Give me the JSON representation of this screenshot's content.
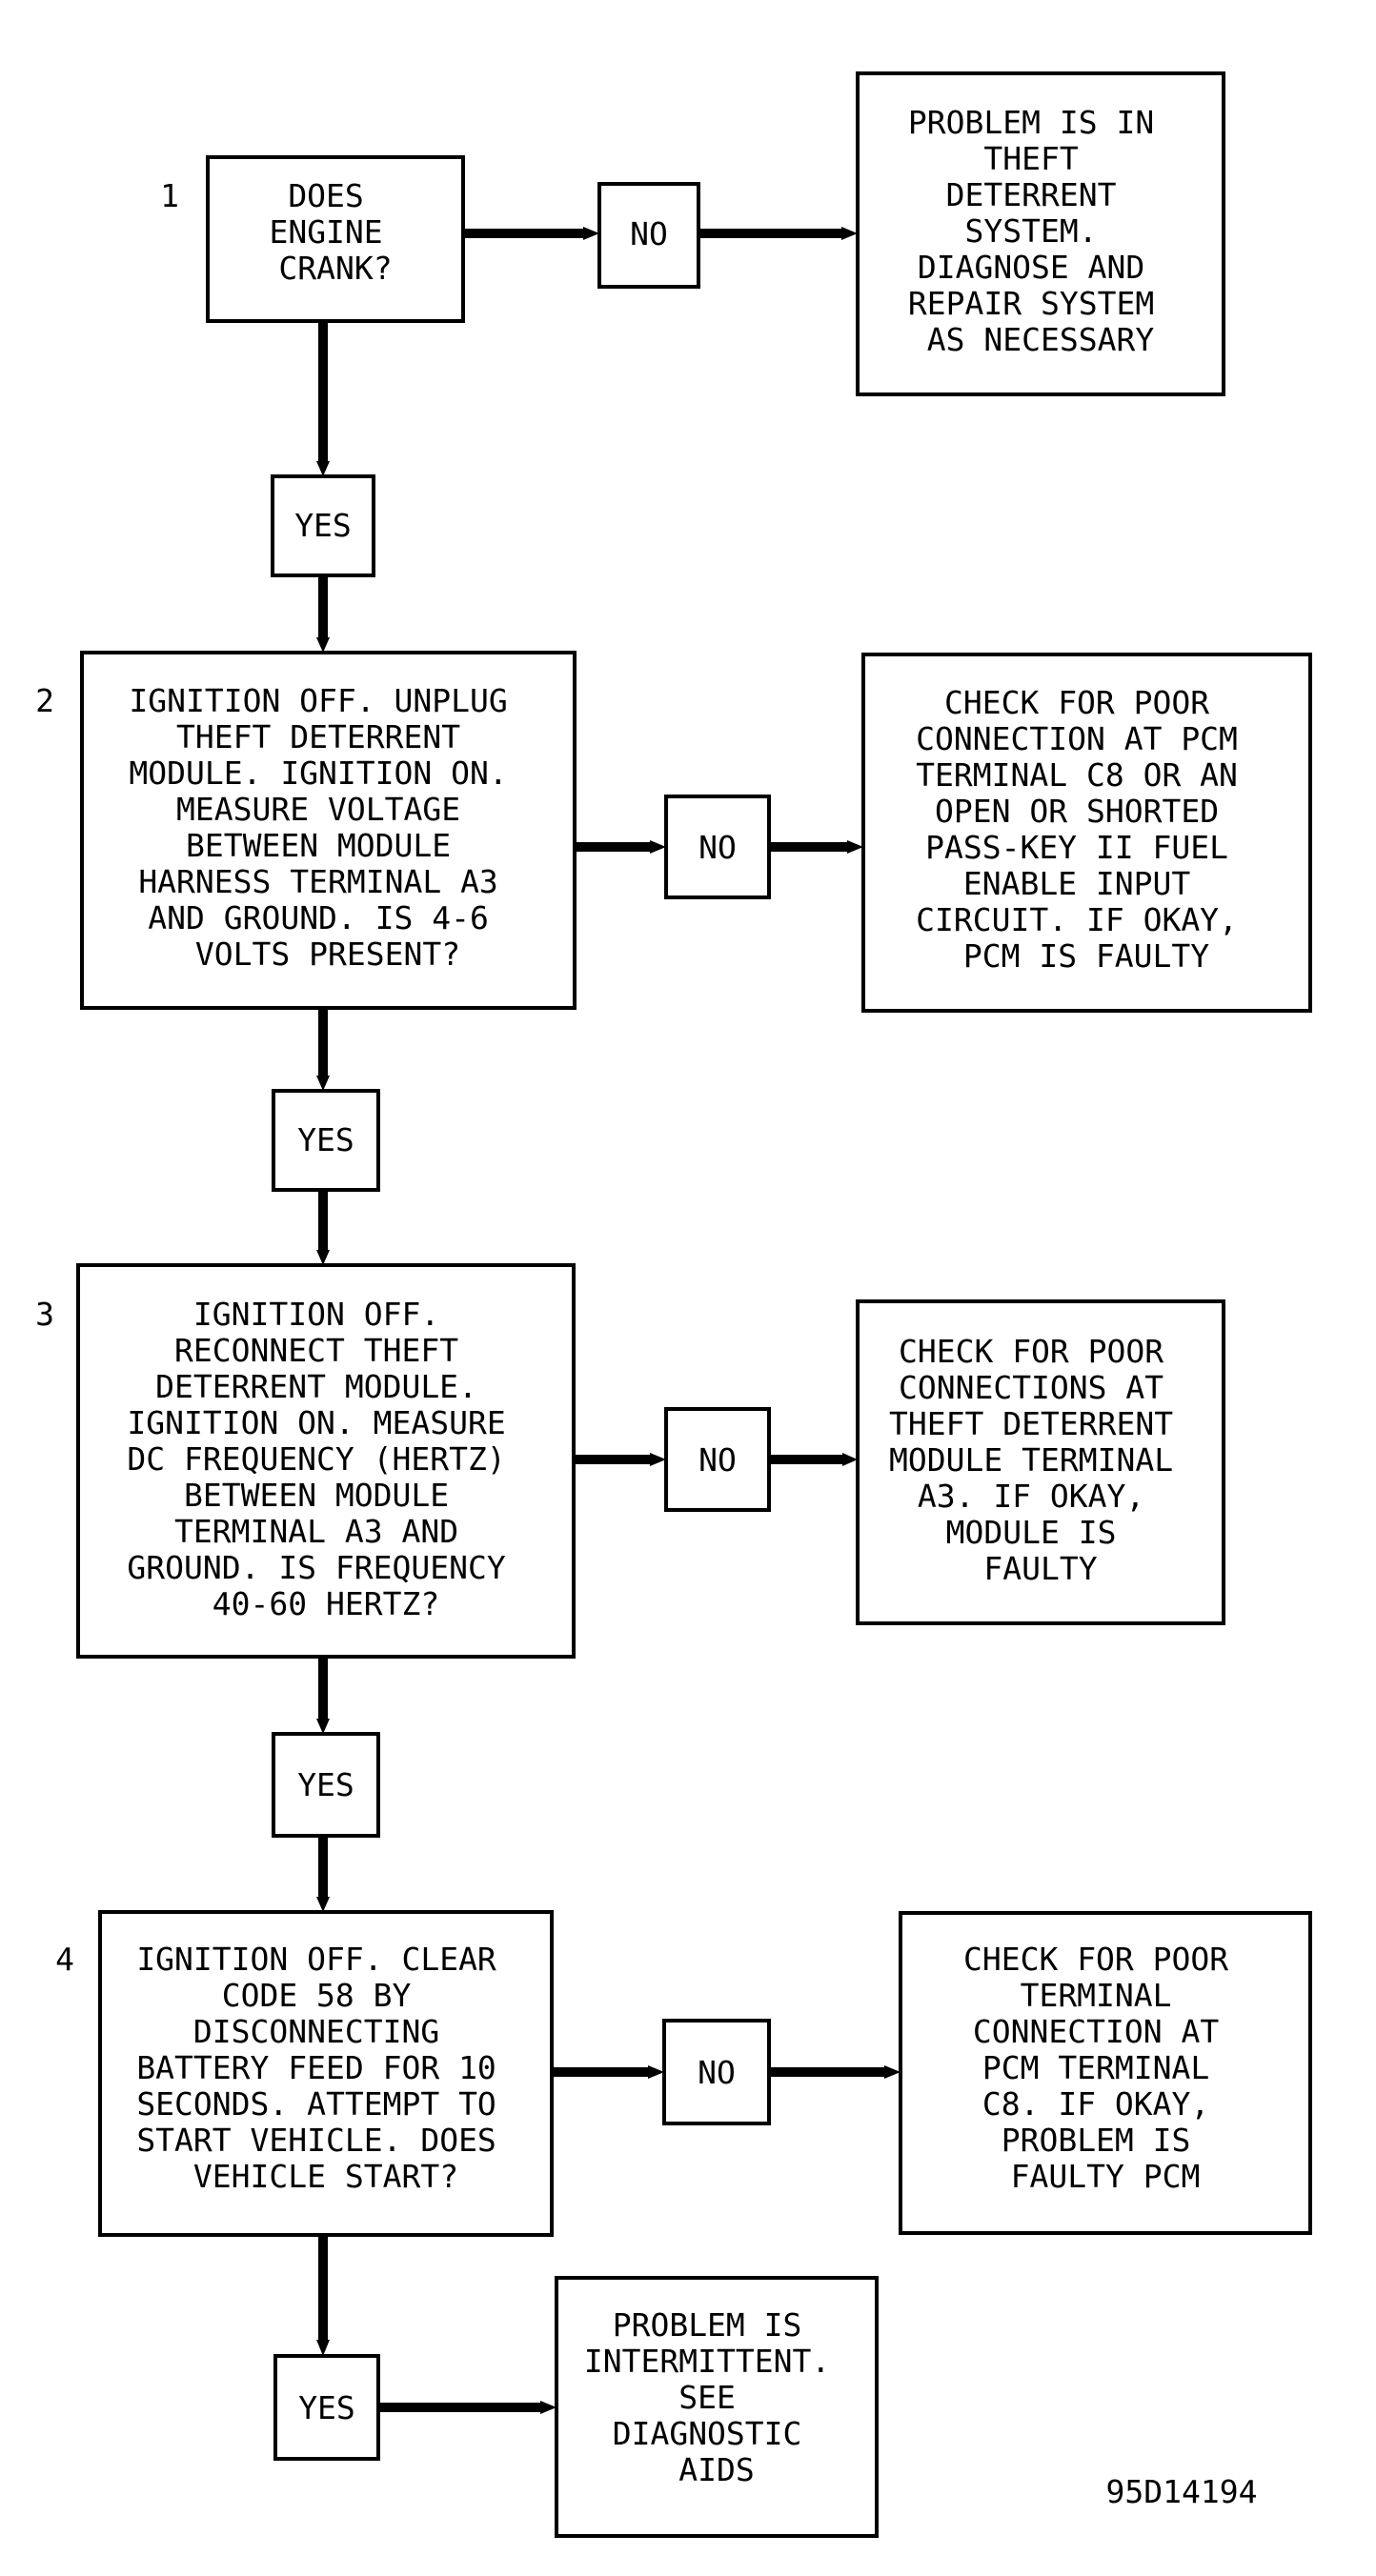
{
  "steps": [
    {
      "number": "1",
      "question": [
        "DOES",
        "ENGINE",
        "CRANK?"
      ],
      "no_label": "NO",
      "no_result": [
        "PROBLEM IS IN",
        "THEFT",
        "DETERRENT",
        "SYSTEM.",
        "DIAGNOSE AND",
        "REPAIR SYSTEM",
        "AS NECESSARY"
      ],
      "yes_label": "YES"
    },
    {
      "number": "2",
      "question": [
        "IGNITION OFF. UNPLUG",
        "THEFT DETERRENT",
        "MODULE. IGNITION ON.",
        "MEASURE VOLTAGE",
        "BETWEEN MODULE",
        "HARNESS TERMINAL A3",
        "AND GROUND. IS 4-6",
        "VOLTS PRESENT?"
      ],
      "no_label": "NO",
      "no_result": [
        "CHECK FOR POOR",
        "CONNECTION AT PCM",
        "TERMINAL C8 OR AN",
        "OPEN OR SHORTED",
        "PASS-KEY II FUEL",
        "ENABLE INPUT",
        "CIRCUIT. IF OKAY,",
        "PCM IS FAULTY"
      ],
      "yes_label": "YES"
    },
    {
      "number": "3",
      "question": [
        "IGNITION OFF.",
        "RECONNECT THEFT",
        "DETERRENT MODULE.",
        "IGNITION ON. MEASURE",
        "DC FREQUENCY (HERTZ)",
        "BETWEEN MODULE",
        "TERMINAL A3 AND",
        "GROUND. IS FREQUENCY",
        "40-60 HERTZ?"
      ],
      "no_label": "NO",
      "no_result": [
        "CHECK FOR POOR",
        "CONNECTIONS AT",
        "THEFT DETERRENT",
        "MODULE TERMINAL",
        "A3. IF OKAY,",
        "MODULE IS",
        "FAULTY"
      ],
      "yes_label": "YES"
    },
    {
      "number": "4",
      "question": [
        "IGNITION OFF. CLEAR",
        "CODE 58 BY",
        "DISCONNECTING",
        "BATTERY FEED FOR 10",
        "SECONDS. ATTEMPT TO",
        "START VEHICLE. DOES",
        "VEHICLE START?"
      ],
      "no_label": "NO",
      "no_result": [
        "CHECK FOR POOR",
        "TERMINAL",
        "CONNECTION AT",
        "PCM TERMINAL",
        "C8. IF OKAY,",
        "PROBLEM IS",
        "FAULTY PCM"
      ],
      "yes_label": "YES"
    }
  ],
  "final_result": [
    "PROBLEM IS",
    "INTERMITTENT.",
    "SEE",
    "DIAGNOSTIC",
    "AIDS"
  ],
  "figure_code": "95D14194"
}
